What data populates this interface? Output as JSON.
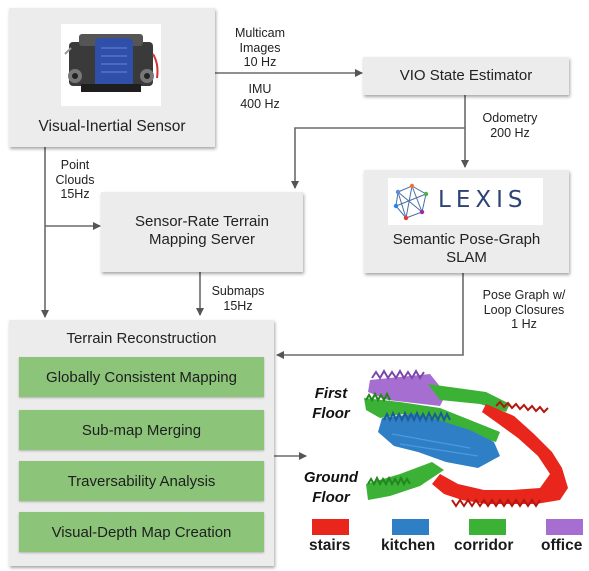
{
  "nodes": {
    "sensor": "Visual-Inertial Sensor",
    "vio": "VIO State Estimator",
    "mapping_server": "Sensor-Rate Terrain\nMapping Server",
    "slam": "Semantic Pose-Graph\nSLAM",
    "terrain": "Terrain Reconstruction",
    "lexis_logo_text": "LEXIS"
  },
  "pipeline": [
    "Globally Consistent Mapping",
    "Sub-map Merging",
    "Traversability Analysis",
    "Visual-Depth Map Creation"
  ],
  "edges": {
    "multicam": "Multicam\nImages\n10 Hz",
    "imu": "IMU\n400 Hz",
    "odometry": "Odometry\n200 Hz",
    "point_clouds": "Point\nClouds\n15Hz",
    "submaps": "Submaps\n15Hz",
    "pose_graph": "Pose Graph w/\nLoop Closures\n1 Hz"
  },
  "floors": {
    "first": "First\nFloor",
    "ground": "Ground\nFloor"
  },
  "legend": [
    {
      "label": "stairs",
      "color": "#e8261c"
    },
    {
      "label": "kitchen",
      "color": "#2f7fc6"
    },
    {
      "label": "corridor",
      "color": "#3bb236"
    },
    {
      "label": "office",
      "color": "#a66ed0"
    }
  ]
}
